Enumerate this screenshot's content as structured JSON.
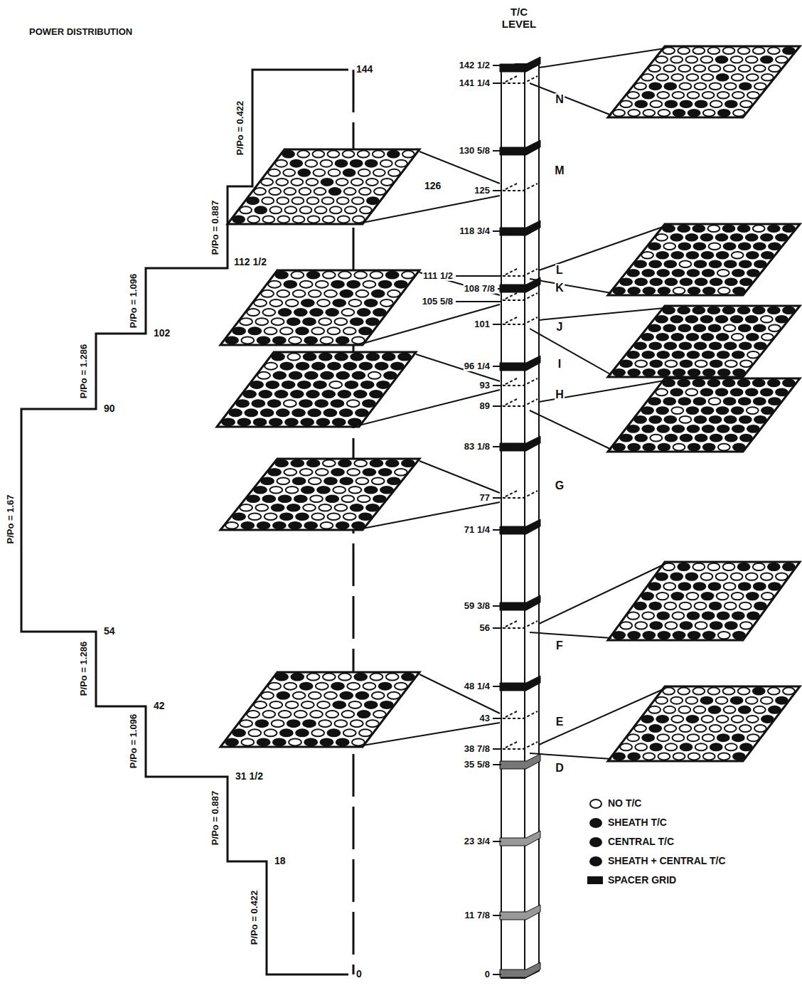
{
  "diagram": {
    "labels": [
      "POWER DISTRIBUTION",
      "T/C LEVEL",
      "144",
      "126",
      "112 1/2",
      "102",
      "90",
      "54",
      "42",
      "31 1/2",
      "18",
      "0",
      "P/Po = 0.422",
      "P/Po = 0.887",
      "P/Po = 1.096",
      "P/Po = 1.286",
      "P/Po = 1.67",
      "P/Po = 1.286",
      "P/Po = 1.096",
      "P/Po = 0.887",
      "P/Po = 0.422",
      "142 1/2",
      "141 1/4",
      "130 5/8",
      "125",
      "118 3/4",
      "111 1/2",
      "108 7/8",
      "105 5/8",
      "101",
      "96 1/4",
      "93",
      "89",
      "83 1/8",
      "77",
      "71 1/4",
      "59 3/8",
      "56",
      "48 1/4",
      "43",
      "38 7/8",
      "35 5/8",
      "23 3/4",
      "11 7/8",
      "0",
      "N",
      "M",
      "L",
      "K",
      "J",
      "I",
      "H",
      "G",
      "F",
      "E",
      "D"
    ],
    "legend": [
      {
        "text": "NO T/C"
      },
      {
        "text": "SHEATH T/C",
        "color": "#111111"
      },
      {
        "text": "CENTRAL T/C",
        "color": "#111111"
      },
      {
        "text": "SHEATH + CENTRAL T/C",
        "color": "#111111"
      },
      {
        "text": "SPACER GRID",
        "color": "#111111"
      }
    ]
  }
}
